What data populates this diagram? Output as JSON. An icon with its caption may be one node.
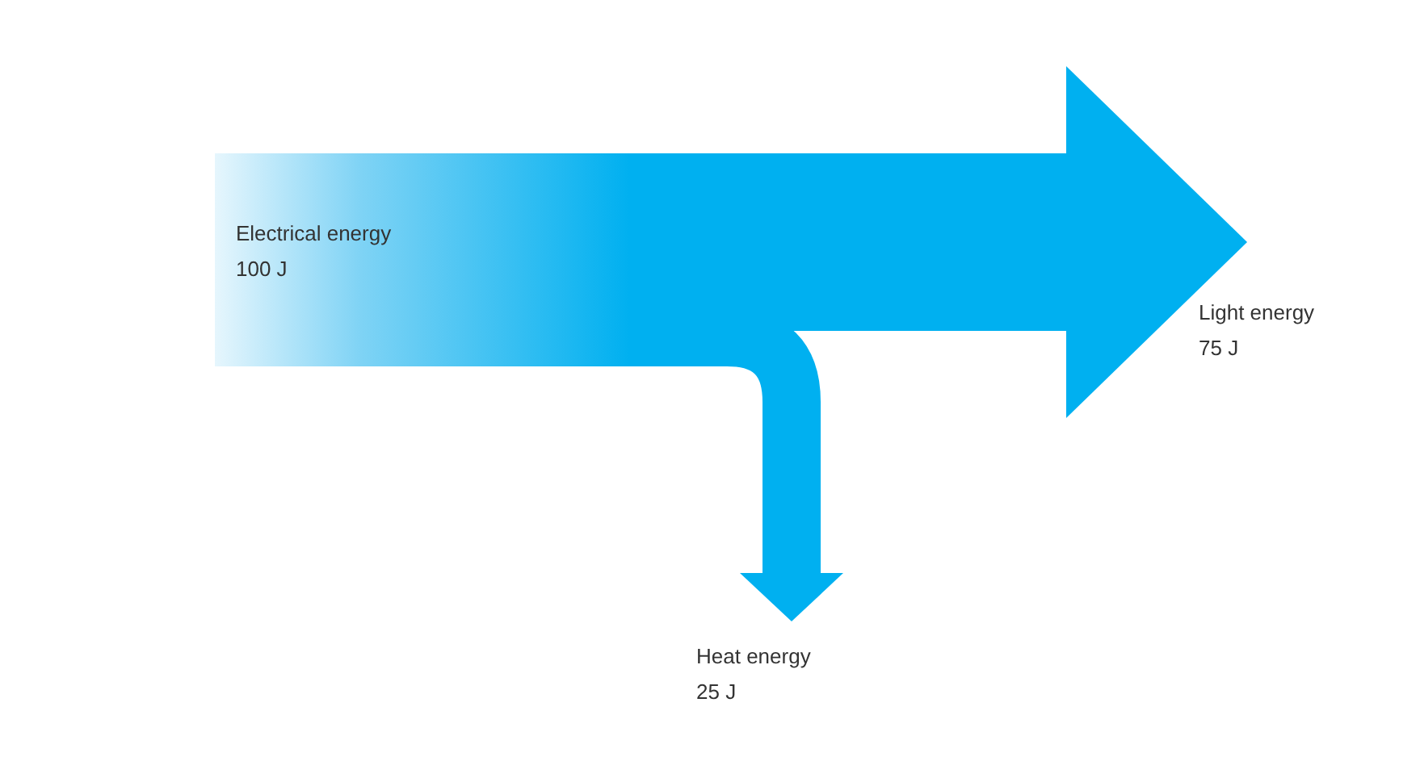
{
  "diagram": {
    "nodes": [
      {
        "text": [
          "Electrical energy",
          "100 J"
        ]
      },
      {
        "text": [
          "Light energy",
          "75 J"
        ]
      },
      {
        "text": [
          "Heat energy",
          "25 J"
        ]
      }
    ],
    "edges": [
      {
        "from": 0,
        "to": 1,
        "arrow": "to"
      },
      {
        "from": 0,
        "to": 2,
        "arrow": "to"
      }
    ]
  }
}
